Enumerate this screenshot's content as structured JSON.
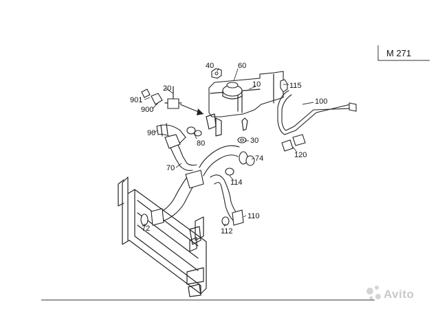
{
  "engine_code": "M 271",
  "watermark": "Avito",
  "callouts": [
    {
      "id": "40",
      "text": "40"
    },
    {
      "id": "60",
      "text": "60"
    },
    {
      "id": "10",
      "text": "10"
    },
    {
      "id": "115",
      "text": "115"
    },
    {
      "id": "20",
      "text": "20"
    },
    {
      "id": "901",
      "text": "901"
    },
    {
      "id": "900",
      "text": "900"
    },
    {
      "id": "100",
      "text": "100"
    },
    {
      "id": "90",
      "text": "90"
    },
    {
      "id": "80",
      "text": "80"
    },
    {
      "id": "30",
      "text": "30"
    },
    {
      "id": "74",
      "text": "74"
    },
    {
      "id": "120",
      "text": "120"
    },
    {
      "id": "70",
      "text": "70"
    },
    {
      "id": "114",
      "text": "114"
    },
    {
      "id": "110",
      "text": "110"
    },
    {
      "id": "72",
      "text": "72"
    },
    {
      "id": "112",
      "text": "112"
    }
  ]
}
